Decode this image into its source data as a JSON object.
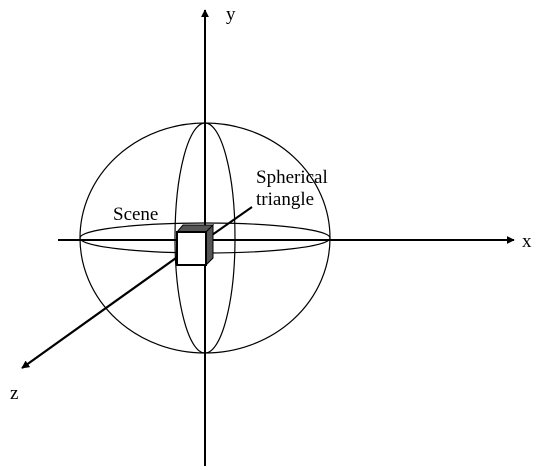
{
  "diagram": {
    "axes": {
      "x_label": "x",
      "y_label": "y",
      "z_label": "z"
    },
    "labels": {
      "scene": "Scene",
      "spherical_line1": "Spherical",
      "spherical_line2": "triangle"
    },
    "colors": {
      "line": "#000000",
      "cube_fill": "#ffffff",
      "cube_shade": "#555555"
    }
  }
}
